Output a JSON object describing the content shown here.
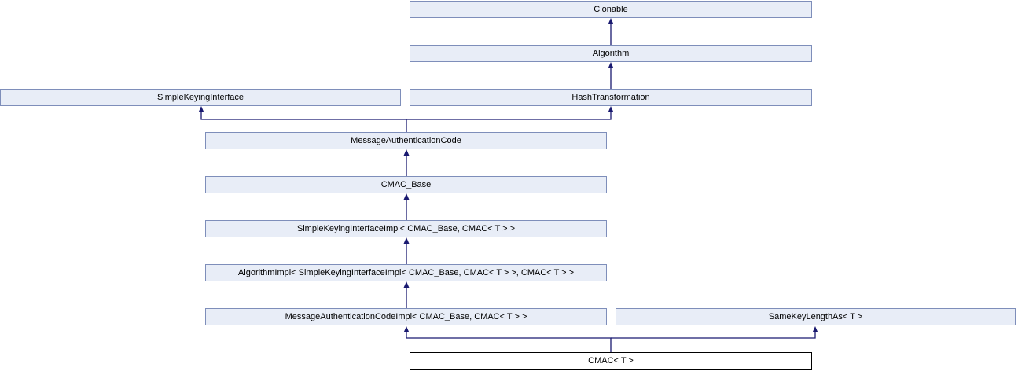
{
  "colors": {
    "node_fill": "#e8edf7",
    "node_border": "#7e8eba",
    "edge": "#191970",
    "current_node_fill": "#ffffff",
    "current_node_border": "#000000",
    "background": "#ffffff",
    "text": "#000000"
  },
  "nodes": {
    "clonable": {
      "label": "Clonable"
    },
    "algorithm": {
      "label": "Algorithm"
    },
    "simple_keying_interface": {
      "label": "SimpleKeyingInterface"
    },
    "hash_transformation": {
      "label": "HashTransformation"
    },
    "message_authentication_code": {
      "label": "MessageAuthenticationCode"
    },
    "cmac_base": {
      "label": "CMAC_Base"
    },
    "simple_keying_interface_impl": {
      "label": "SimpleKeyingInterfaceImpl< CMAC_Base, CMAC< T > >"
    },
    "algorithm_impl": {
      "label": "AlgorithmImpl< SimpleKeyingInterfaceImpl< CMAC_Base, CMAC< T > >, CMAC< T > >"
    },
    "message_authentication_code_impl": {
      "label": "MessageAuthenticationCodeImpl< CMAC_Base, CMAC< T > >"
    },
    "same_key_length_as": {
      "label": "SameKeyLengthAs< T >"
    },
    "cmac": {
      "label": "CMAC< T >"
    }
  },
  "edges": [
    {
      "from": "Algorithm",
      "to": "Clonable"
    },
    {
      "from": "HashTransformation",
      "to": "Algorithm"
    },
    {
      "from": "MessageAuthenticationCode",
      "to": "SimpleKeyingInterface"
    },
    {
      "from": "MessageAuthenticationCode",
      "to": "HashTransformation"
    },
    {
      "from": "CMAC_Base",
      "to": "MessageAuthenticationCode"
    },
    {
      "from": "SimpleKeyingInterfaceImpl< CMAC_Base, CMAC< T > >",
      "to": "CMAC_Base"
    },
    {
      "from": "AlgorithmImpl< SimpleKeyingInterfaceImpl< CMAC_Base, CMAC< T > >, CMAC< T > >",
      "to": "SimpleKeyingInterfaceImpl< CMAC_Base, CMAC< T > >"
    },
    {
      "from": "MessageAuthenticationCodeImpl< CMAC_Base, CMAC< T > >",
      "to": "AlgorithmImpl< SimpleKeyingInterfaceImpl< CMAC_Base, CMAC< T > >, CMAC< T > >"
    },
    {
      "from": "CMAC< T >",
      "to": "MessageAuthenticationCodeImpl< CMAC_Base, CMAC< T > >"
    },
    {
      "from": "CMAC< T >",
      "to": "SameKeyLengthAs< T >"
    }
  ]
}
